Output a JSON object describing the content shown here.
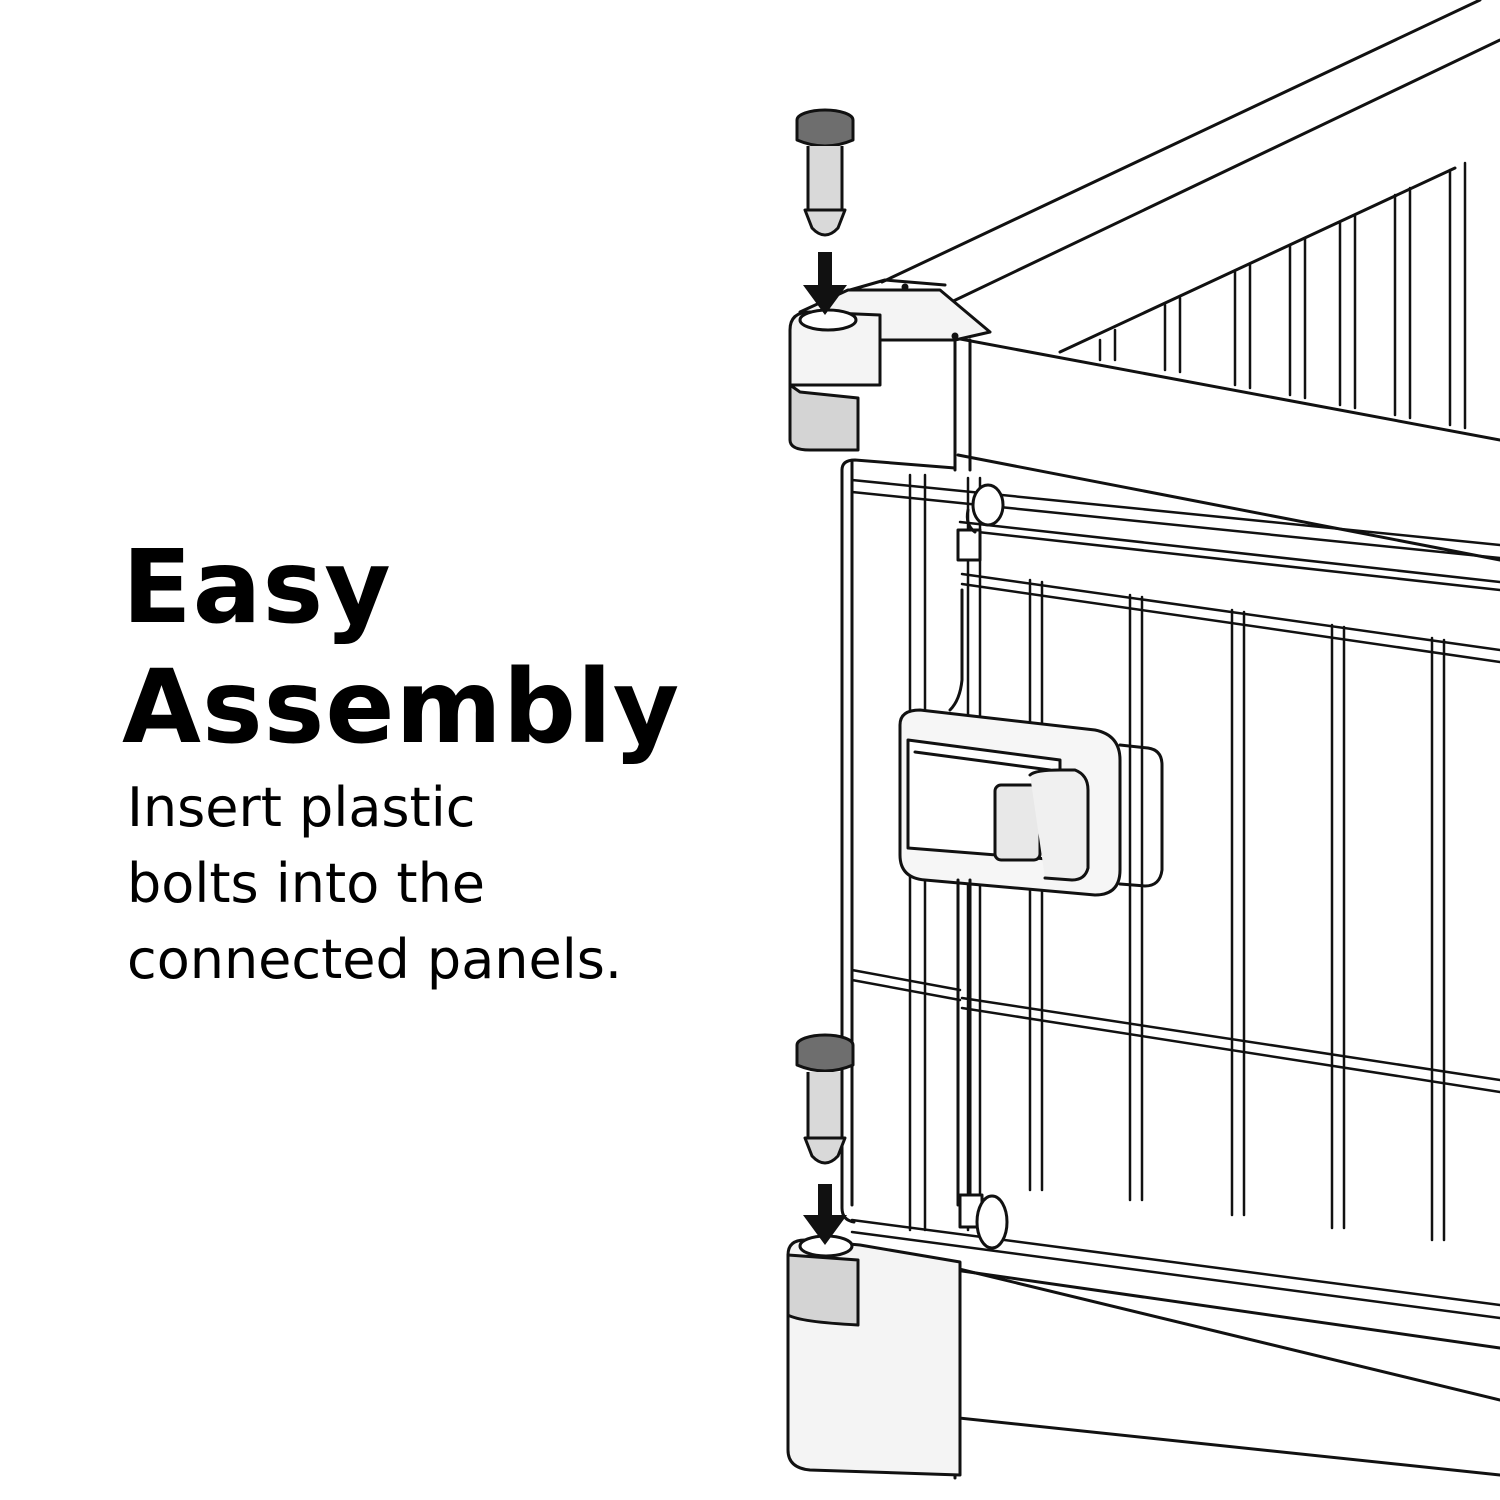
{
  "headline": {
    "line1": "Easy",
    "line2": "Assembly"
  },
  "subtext": {
    "line1": "Insert plastic",
    "line2": "bolts into the",
    "line3": "connected panels."
  },
  "colors": {
    "background": "#ffffff",
    "text": "#000000",
    "line": "#111111",
    "bolt_fill": "#d9d9d9",
    "connector_fill": "#f2f2f2"
  },
  "icons": [
    "plastic-bolt-icon",
    "down-arrow-icon",
    "latch-icon",
    "hinge-clip-icon"
  ]
}
